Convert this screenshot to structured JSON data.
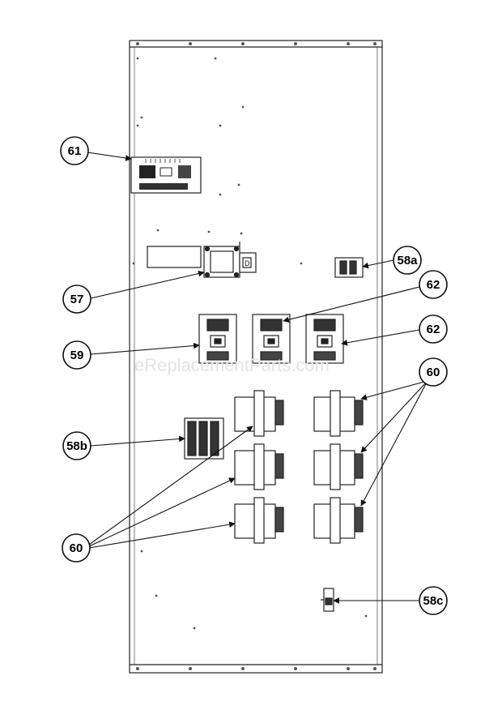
{
  "diagram": {
    "watermark": "eReplacementParts.com",
    "callouts": [
      {
        "id": "c61",
        "label": "61"
      },
      {
        "id": "c57",
        "label": "57"
      },
      {
        "id": "c58a",
        "label": "58a"
      },
      {
        "id": "c62a",
        "label": "62"
      },
      {
        "id": "c62b",
        "label": "62"
      },
      {
        "id": "c59",
        "label": "59"
      },
      {
        "id": "c60a",
        "label": "60"
      },
      {
        "id": "c58b",
        "label": "58b"
      },
      {
        "id": "c60b",
        "label": "60"
      },
      {
        "id": "c58c",
        "label": "58c"
      }
    ],
    "contactor_label": "D"
  }
}
